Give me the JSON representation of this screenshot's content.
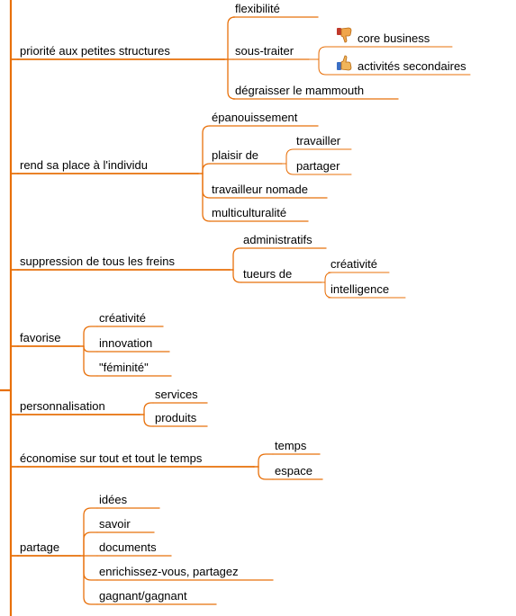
{
  "line_color": "#e8700a",
  "branches": [
    {
      "label": "priorité aux petites structures",
      "children": [
        {
          "label": "flexibilité"
        },
        {
          "label": "sous-traiter",
          "children": [
            {
              "label": "core business",
              "icon": "thumbs-down-icon"
            },
            {
              "label": "activités secondaires",
              "icon": "thumbs-up-icon"
            }
          ]
        },
        {
          "label": "dégraisser le mammouth"
        }
      ]
    },
    {
      "label": "rend sa place à l'individu",
      "children": [
        {
          "label": "épanouissement"
        },
        {
          "label": "plaisir de",
          "children": [
            {
              "label": "travailler"
            },
            {
              "label": "partager"
            }
          ]
        },
        {
          "label": "travailleur nomade"
        },
        {
          "label": "multiculturalité"
        }
      ]
    },
    {
      "label": "suppression de tous les freins",
      "children": [
        {
          "label": "administratifs"
        },
        {
          "label": "tueurs de",
          "children": [
            {
              "label": "créativité"
            },
            {
              "label": "intelligence"
            }
          ]
        }
      ]
    },
    {
      "label": "favorise",
      "children": [
        {
          "label": "créativité"
        },
        {
          "label": "innovation"
        },
        {
          "label": "\"féminité\""
        }
      ]
    },
    {
      "label": "personnalisation",
      "children": [
        {
          "label": "services"
        },
        {
          "label": "produits"
        }
      ]
    },
    {
      "label": "économise sur tout et tout le temps",
      "children": [
        {
          "label": "temps"
        },
        {
          "label": "espace"
        }
      ]
    },
    {
      "label": "partage",
      "children": [
        {
          "label": "idées"
        },
        {
          "label": "savoir"
        },
        {
          "label": "documents"
        },
        {
          "label": "enrichissez-vous, partagez"
        },
        {
          "label": "gagnant/gagnant"
        }
      ]
    }
  ]
}
